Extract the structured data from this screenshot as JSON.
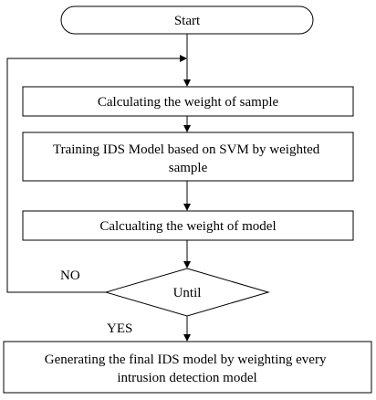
{
  "nodes": {
    "start": {
      "label": "Start"
    },
    "calc_sample_weight": {
      "label": "Calculating the weight of sample"
    },
    "train_ids": {
      "lines": [
        "Training IDS Model based on SVM by weighted",
        "sample"
      ]
    },
    "calc_model_weight": {
      "label": "Calcualting the weight of model"
    },
    "until": {
      "label": "Until"
    },
    "final_model": {
      "lines": [
        "Generating the final IDS model by weighting every",
        "intrusion detection model"
      ]
    }
  },
  "edges": {
    "no_label": "NO",
    "yes_label": "YES"
  }
}
